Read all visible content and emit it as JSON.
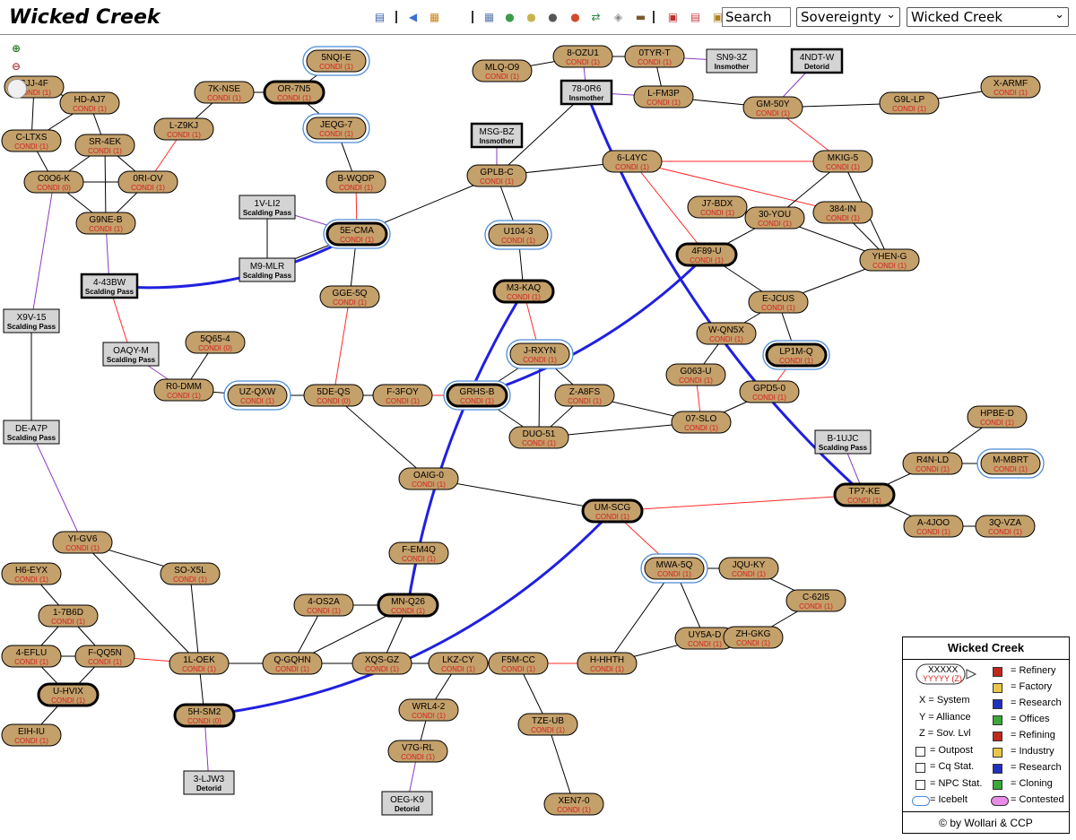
{
  "header": {
    "title": "Wicked Creek",
    "search_placeholder": "Search",
    "mode_select": "Sovereignty",
    "region_select": "Wicked Creek"
  },
  "toolbar_icons": [
    {
      "name": "mobile-icon",
      "glyph": "▤",
      "color": "#3a5ea8"
    },
    {
      "name": "back-arrow-icon",
      "glyph": "◀",
      "color": "#3b6fd1"
    },
    {
      "name": "bookmark-icon",
      "glyph": "▦",
      "color": "#c9861c"
    },
    {
      "name": "table-icon",
      "glyph": "▦",
      "color": "#5b7bb0"
    },
    {
      "name": "globe-icon",
      "glyph": "●",
      "color": "#3c9a4b"
    },
    {
      "name": "gold-coin-icon",
      "glyph": "●",
      "color": "#c9b24a"
    },
    {
      "name": "dark-globe-icon",
      "glyph": "●",
      "color": "#555555"
    },
    {
      "name": "pin-icon",
      "glyph": "●",
      "color": "#d04a2c"
    },
    {
      "name": "shuffle-icon",
      "glyph": "⇄",
      "color": "#2c8a3a"
    },
    {
      "name": "cube-icon",
      "glyph": "◈",
      "color": "#8a8a8a"
    },
    {
      "name": "truck-icon",
      "glyph": "▬",
      "color": "#7a5a2a"
    },
    {
      "name": "pdf-icon",
      "glyph": "▣",
      "color": "#c03030"
    },
    {
      "name": "pdf-file-icon",
      "glyph": "▤",
      "color": "#d04040"
    },
    {
      "name": "image-icon",
      "glyph": "▣",
      "color": "#b08020"
    }
  ],
  "colors": {
    "node_fill": "#c4a06a",
    "node_label": "#000000",
    "sov_label": "#d42020",
    "edge_normal": "#000000",
    "edge_constellation": "#ff2a2a",
    "edge_region": "#8a3ac2",
    "jump_bridge": "#2020e0",
    "icebelt": "#4a8ad8",
    "npc_fill": "#d4d4d4"
  },
  "systems": [
    {
      "id": "SJJ-4F",
      "sov": "CONDI (1)"
    },
    {
      "id": "HD-AJ7",
      "sov": "CONDI (1)"
    },
    {
      "id": "C-LTXS",
      "sov": "CONDI (1)"
    },
    {
      "id": "SR-4EK",
      "sov": "CONDI (1)"
    },
    {
      "id": "C0O6-K",
      "sov": "CONDI (0)"
    },
    {
      "id": "0RI-OV",
      "sov": "CONDI (1)"
    },
    {
      "id": "G9NE-B",
      "sov": "CONDI (1)"
    },
    {
      "id": "7K-NSE",
      "sov": "CONDI (1)"
    },
    {
      "id": "OR-7N5",
      "sov": "CONDI (1)"
    },
    {
      "id": "5NQI-E",
      "sov": "CONDI (1)"
    },
    {
      "id": "L-Z9KJ",
      "sov": "CONDI (1)"
    },
    {
      "id": "JEQG-7",
      "sov": "CONDI (1)"
    },
    {
      "id": "B-WQDP",
      "sov": "CONDI (1)"
    },
    {
      "id": "5E-CMA",
      "sov": "CONDI (1)"
    },
    {
      "id": "GGE-5Q",
      "sov": "CONDI (1)"
    },
    {
      "id": "MLQ-O9",
      "sov": "CONDI (1)"
    },
    {
      "id": "8-OZU1",
      "sov": "CONDI (1)"
    },
    {
      "id": "0TYR-T",
      "sov": "CONDI (1)"
    },
    {
      "id": "L-FM3P",
      "sov": "CONDI (1)"
    },
    {
      "id": "GM-50Y",
      "sov": "CONDI (1)"
    },
    {
      "id": "G9L-LP",
      "sov": "CONDI (1)"
    },
    {
      "id": "X-ARMF",
      "sov": "CONDI (1)"
    },
    {
      "id": "GPLB-C",
      "sov": "CONDI (1)"
    },
    {
      "id": "6-L4YC",
      "sov": "CONDI (1)"
    },
    {
      "id": "MKIG-5",
      "sov": "CONDI (1)"
    },
    {
      "id": "J7-BDX",
      "sov": "CONDI (1)"
    },
    {
      "id": "30-YOU",
      "sov": "CONDI (1)"
    },
    {
      "id": "384-IN",
      "sov": "CONDI (1)"
    },
    {
      "id": "U104-3",
      "sov": "CONDI (1)"
    },
    {
      "id": "4F89-U",
      "sov": "CONDI (1)"
    },
    {
      "id": "YHEN-G",
      "sov": "CONDI (1)"
    },
    {
      "id": "M3-KAQ",
      "sov": "CONDI (1)"
    },
    {
      "id": "E-JCUS",
      "sov": "CONDI (1)"
    },
    {
      "id": "W-QN5X",
      "sov": "CONDI (1)"
    },
    {
      "id": "LP1M-Q",
      "sov": "CONDI (1)"
    },
    {
      "id": "5Q65-4",
      "sov": "CONDI (0)"
    },
    {
      "id": "J-RXYN",
      "sov": "CONDI (1)"
    },
    {
      "id": "G063-U",
      "sov": "CONDI (1)"
    },
    {
      "id": "GPD5-0",
      "sov": "CONDI (1)"
    },
    {
      "id": "R0-DMM",
      "sov": "CONDI (1)"
    },
    {
      "id": "UZ-QXW",
      "sov": "CONDI (1)"
    },
    {
      "id": "5DE-QS",
      "sov": "CONDI (0)"
    },
    {
      "id": "F-3FOY",
      "sov": "CONDI (1)"
    },
    {
      "id": "GRHS-B",
      "sov": "CONDI (1)"
    },
    {
      "id": "Z-A8FS",
      "sov": "CONDI (1)"
    },
    {
      "id": "07-SLO",
      "sov": "CONDI (1)"
    },
    {
      "id": "DUO-51",
      "sov": "CONDI (1)"
    },
    {
      "id": "HPBE-D",
      "sov": "CONDI (1)"
    },
    {
      "id": "R4N-LD",
      "sov": "CONDI (1)"
    },
    {
      "id": "M-MBRT",
      "sov": "CONDI (1)"
    },
    {
      "id": "OAIG-0",
      "sov": "CONDI (1)"
    },
    {
      "id": "TP7-KE",
      "sov": "CONDI (1)"
    },
    {
      "id": "UM-SCG",
      "sov": "CONDI (1)"
    },
    {
      "id": "A-4JOO",
      "sov": "CONDI (1)"
    },
    {
      "id": "3Q-VZA",
      "sov": "CONDI (1)"
    },
    {
      "id": "YI-GV6",
      "sov": "CONDI (1)"
    },
    {
      "id": "F-EM4Q",
      "sov": "CONDI (1)"
    },
    {
      "id": "MWA-5Q",
      "sov": "CONDI (1)"
    },
    {
      "id": "JQU-KY",
      "sov": "CONDI (1)"
    },
    {
      "id": "H6-EYX",
      "sov": "CONDI (1)"
    },
    {
      "id": "SO-X5L",
      "sov": "CONDI (1)"
    },
    {
      "id": "C-62I5",
      "sov": "CONDI (1)"
    },
    {
      "id": "1-7B6D",
      "sov": "CONDI (1)"
    },
    {
      "id": "4-OS2A",
      "sov": "CONDI (1)"
    },
    {
      "id": "MN-Q26",
      "sov": "CONDI (1)"
    },
    {
      "id": "UY5A-D",
      "sov": "CONDI (1)"
    },
    {
      "id": "ZH-GKG",
      "sov": "CONDI (1)"
    },
    {
      "id": "4-EFLU",
      "sov": "CONDI (1)"
    },
    {
      "id": "F-QQ5N",
      "sov": "CONDI (1)"
    },
    {
      "id": "1L-OEK",
      "sov": "CONDI (1)"
    },
    {
      "id": "Q-GQHN",
      "sov": "CONDI (1)"
    },
    {
      "id": "XQS-GZ",
      "sov": "CONDI (1)"
    },
    {
      "id": "LKZ-CY",
      "sov": "CONDI (1)"
    },
    {
      "id": "F5M-CC",
      "sov": "CONDI (1)"
    },
    {
      "id": "H-HHTH",
      "sov": "CONDI (1)"
    },
    {
      "id": "U-HVIX",
      "sov": "CONDI (1)"
    },
    {
      "id": "5H-SM2",
      "sov": "CONDI (0)"
    },
    {
      "id": "WRL4-2",
      "sov": "CONDI (1)"
    },
    {
      "id": "TZE-UB",
      "sov": "CONDI (1)"
    },
    {
      "id": "EIH-IU",
      "sov": "CONDI (1)"
    },
    {
      "id": "V7G-RL",
      "sov": "CONDI (1)"
    },
    {
      "id": "XEN7-0",
      "sov": "CONDI (1)"
    }
  ],
  "external_systems": [
    {
      "id": "SN9-3Z",
      "region": "Insmother"
    },
    {
      "id": "78-0R6",
      "region": "Insmother"
    },
    {
      "id": "4NDT-W",
      "region": "Detorid"
    },
    {
      "id": "MSG-BZ",
      "region": "Insmother"
    },
    {
      "id": "1V-LI2",
      "region": "Scalding Pass"
    },
    {
      "id": "M9-MLR",
      "region": "Scalding Pass"
    },
    {
      "id": "4-43BW",
      "region": "Scalding Pass"
    },
    {
      "id": "X9V-15",
      "region": "Scalding Pass"
    },
    {
      "id": "OAQY-M",
      "region": "Scalding Pass"
    },
    {
      "id": "DE-A7P",
      "region": "Scalding Pass"
    },
    {
      "id": "B-1UJC",
      "region": "Scalding Pass"
    },
    {
      "id": "3-LJW3",
      "region": "Detorid"
    },
    {
      "id": "OEG-K9",
      "region": "Detorid"
    }
  ],
  "legend": {
    "title": "Wicked Creek",
    "sample_system": "XXXXX",
    "sample_sov": "YYYYY (Z)",
    "left_items": [
      "X  = System",
      "Y  = Alliance",
      "Z  = Sov. Lvl",
      "= Outpost",
      "= Cq Stat.",
      "= NPC Stat.",
      "= Icebelt"
    ],
    "right_items": [
      "= Refinery",
      "= Factory",
      "= Research",
      "= Offices",
      "= Refining",
      "= Industry",
      "= Research",
      "= Cloning",
      "= Contested"
    ],
    "copyright": "© by Wollari & CCP"
  }
}
